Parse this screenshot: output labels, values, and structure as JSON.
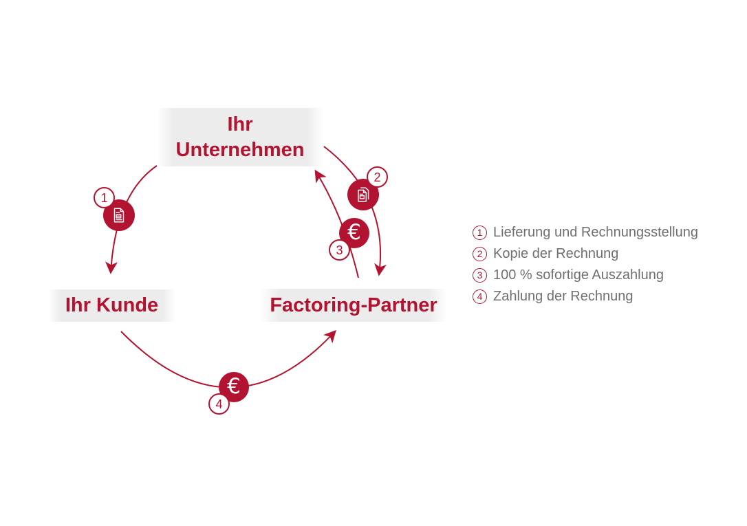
{
  "diagram": {
    "nodes": {
      "unternehmen": {
        "line1": "Ihr",
        "line2": "Unternehmen"
      },
      "kunde": {
        "label": "Ihr Kunde"
      },
      "factoring": {
        "label": "Factoring-Partner"
      }
    },
    "steps": [
      {
        "num": "1",
        "icon": "invoice-document-icon"
      },
      {
        "num": "2",
        "icon": "invoice-copy-icon"
      },
      {
        "num": "3",
        "icon": "euro-icon",
        "glyph": "€"
      },
      {
        "num": "4",
        "icon": "euro-icon",
        "glyph": "€"
      }
    ],
    "legend": [
      {
        "num": "1",
        "text": "Lieferung und Rechnungsstellung"
      },
      {
        "num": "2",
        "text": "Kopie der Rechnung"
      },
      {
        "num": "3",
        "text": "100 % sofortige Auszahlung"
      },
      {
        "num": "4",
        "text": "Zahlung der Rechnung"
      }
    ],
    "colors": {
      "accent": "#b11330",
      "legend_text": "#6f6f6e",
      "band_grey": "#ebebeb"
    }
  }
}
